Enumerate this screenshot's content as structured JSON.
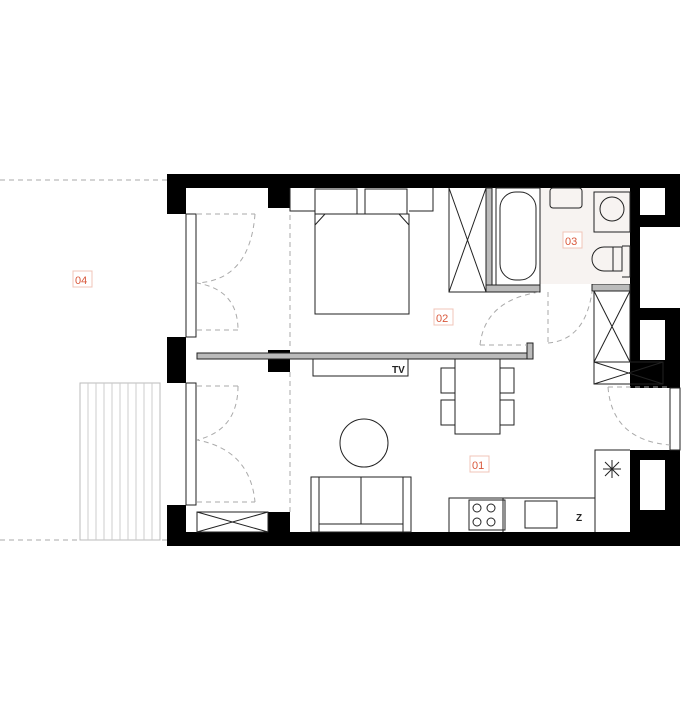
{
  "rooms": [
    {
      "id": "01",
      "label": "01"
    },
    {
      "id": "02",
      "label": "02"
    },
    {
      "id": "03",
      "label": "03"
    },
    {
      "id": "04",
      "label": "04"
    }
  ],
  "furniture": {
    "tv_label": "TV",
    "fridge_label": "Z"
  },
  "colors": {
    "label": "#d9573a",
    "wall": "#000000",
    "partition": "#bbbbbb"
  }
}
